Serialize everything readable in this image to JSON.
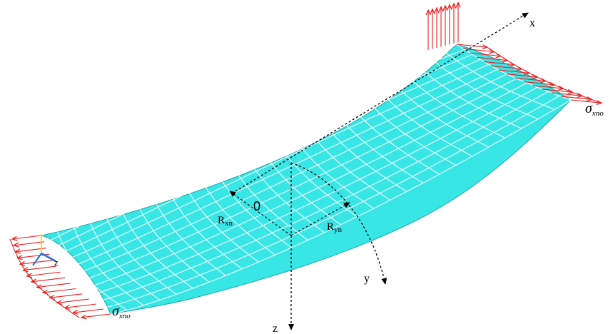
{
  "colors": {
    "shell": "#38e6e6",
    "mesh": "#ffffff",
    "stress": "#ee1c1c",
    "axes": "#000000",
    "triad_x": "#1f6fe0",
    "triad_y": "#e8e800"
  },
  "labels": {
    "x_axis": "x",
    "y_axis": "y",
    "z_axis": "z",
    "origin": "0",
    "rx": "R",
    "rx_sub": "xn",
    "ry": "R",
    "ry_sub": "yn",
    "sigma": "σ",
    "sigma_sub": "xno"
  },
  "triad": {
    "label_z": "z"
  },
  "icons": [
    "coordinate-triad-icon"
  ]
}
